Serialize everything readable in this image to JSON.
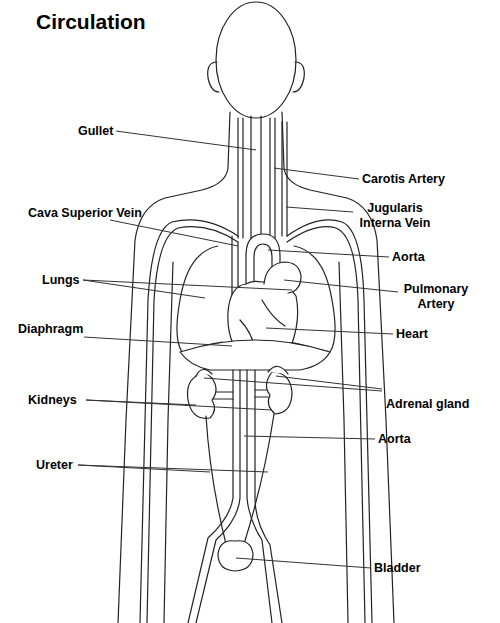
{
  "diagram": {
    "title": "Circulation",
    "labels": [
      "Gullet",
      "Carotis Artery",
      "Cava Superior Vein",
      "Jugularis Interna Vein",
      "Aorta",
      "Lungs",
      "Pulmonary Artery",
      "Diaphragm",
      "Heart",
      "Kidneys",
      "Adrenal gland",
      "Aorta",
      "Ureter",
      "Bladder"
    ]
  }
}
